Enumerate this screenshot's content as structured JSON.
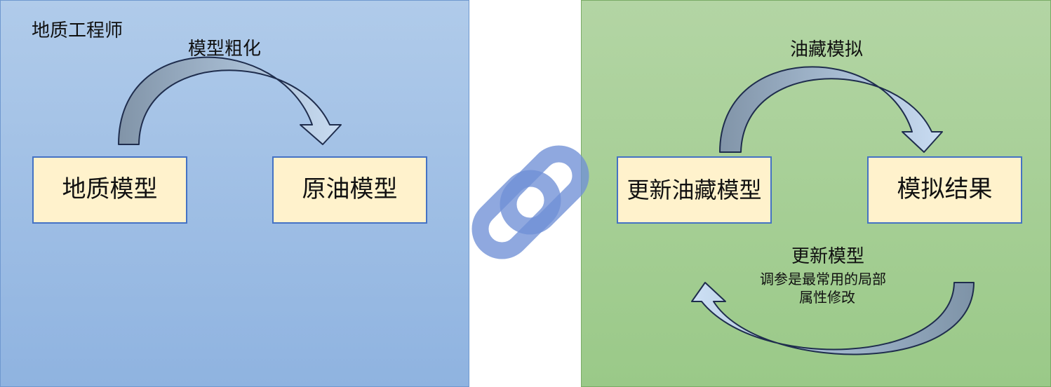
{
  "left_panel": {
    "role_label": "地质工程师",
    "arrow_label": "模型粗化",
    "box_geo_model": "地质模型",
    "box_crude_model": "原油模型"
  },
  "right_panel": {
    "top_arrow_label": "油藏模拟",
    "box_update_model": "更新油藏模型",
    "box_sim_result": "模拟结果",
    "bottom_title": "更新模型",
    "bottom_line1": "调参是最常用的局部",
    "bottom_line2": "属性修改"
  },
  "colors": {
    "left_bg": "#a3c1e6",
    "right_bg": "#a8cf96",
    "box_fill": "#fff2cc",
    "box_border": "#4472c4",
    "link_icon": "#6f8fd6"
  },
  "icons": {
    "center": "chain-link-icon"
  }
}
